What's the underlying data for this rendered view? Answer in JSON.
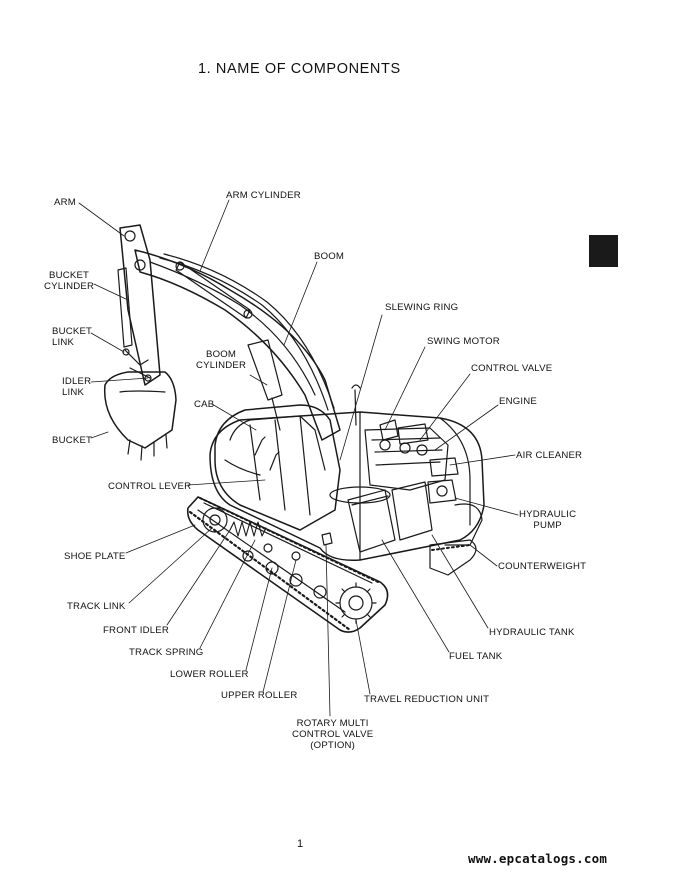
{
  "page": {
    "title": "1.   NAME OF COMPONENTS",
    "page_number": "1",
    "footer_url": "www.epcatalogs.com"
  },
  "labels": {
    "arm": "ARM",
    "arm_cylinder": "ARM CYLINDER",
    "boom": "BOOM",
    "bucket_cylinder": [
      "BUCKET",
      "CYLINDER"
    ],
    "slewing_ring": "SLEWING RING",
    "bucket_link": [
      "BUCKET",
      "LINK"
    ],
    "swing_motor": "SWING MOTOR",
    "boom_cylinder": [
      "BOOM",
      "CYLINDER"
    ],
    "control_valve": "CONTROL VALVE",
    "idler_link": [
      "IDLER",
      "LINK"
    ],
    "engine": "ENGINE",
    "cab": "CAB",
    "bucket": "BUCKET",
    "air_cleaner": "AIR CLEANER",
    "control_lever": "CONTROL LEVER",
    "hydraulic_pump": [
      "HYDRAULIC",
      "PUMP"
    ],
    "shoe_plate": "SHOE PLATE",
    "counterweight": "COUNTERWEIGHT",
    "track_link": "TRACK LINK",
    "front_idler": "FRONT IDLER",
    "hydraulic_tank": "HYDRAULIC TANK",
    "track_spring": "TRACK SPRING",
    "fuel_tank": "FUEL TANK",
    "lower_roller": "LOWER ROLLER",
    "upper_roller": "UPPER ROLLER",
    "travel_reduction_unit": "TRAVEL REDUCTION UNIT",
    "rotary_multi_control_valve": [
      "ROTARY MULTI",
      "CONTROL VALVE",
      "(OPTION)"
    ]
  }
}
